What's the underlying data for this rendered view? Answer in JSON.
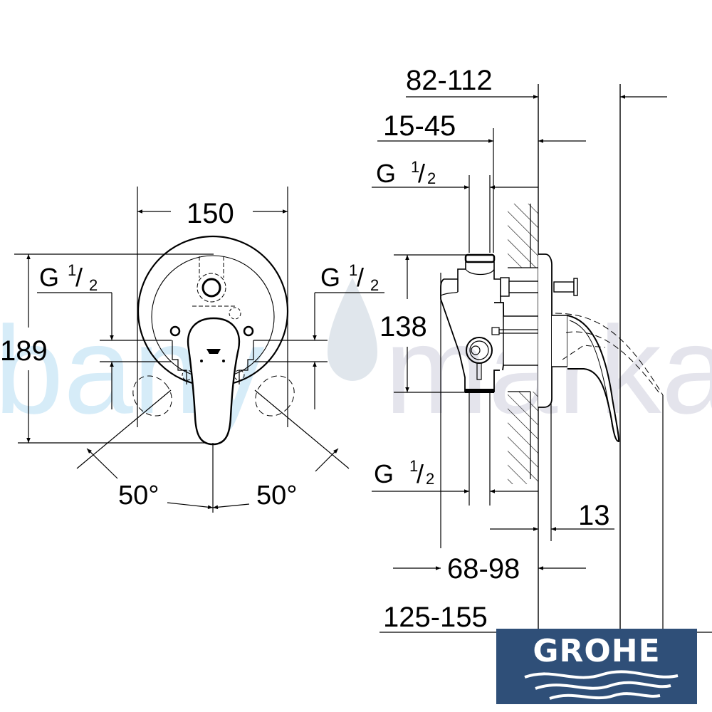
{
  "watermark": {
    "text_part1": "bany",
    "text_part2": "marka",
    "drop_icon": "water-drop-icon",
    "colors": {
      "part1": "#d6ecf8",
      "part2": "#e4e4ec",
      "drop": "#dde3ea"
    }
  },
  "front_view": {
    "width_dim": "150",
    "height_dim": "189",
    "inlet_left": {
      "g": "G",
      "sup": "1",
      "sub": "2"
    },
    "inlet_right": {
      "g": "G",
      "sup": "1",
      "sub": "2"
    },
    "angle_left": "50°",
    "angle_right": "50°"
  },
  "side_view": {
    "dims": {
      "top_outer": "82-112",
      "top_middle": "15-45",
      "top_inlet": {
        "g": "G",
        "sup": "1",
        "sub": "2"
      },
      "body_height": "138",
      "bottom_inlet": {
        "g": "G",
        "sup": "1",
        "sub": "2"
      },
      "plate_thickness": "13",
      "mid_depth": "68-98",
      "total_depth": "125-155"
    }
  },
  "brand": {
    "name": "GROHE",
    "bg_color": "#2f4f78",
    "fg_color": "#ffffff",
    "waves_icon": "waves-icon"
  }
}
